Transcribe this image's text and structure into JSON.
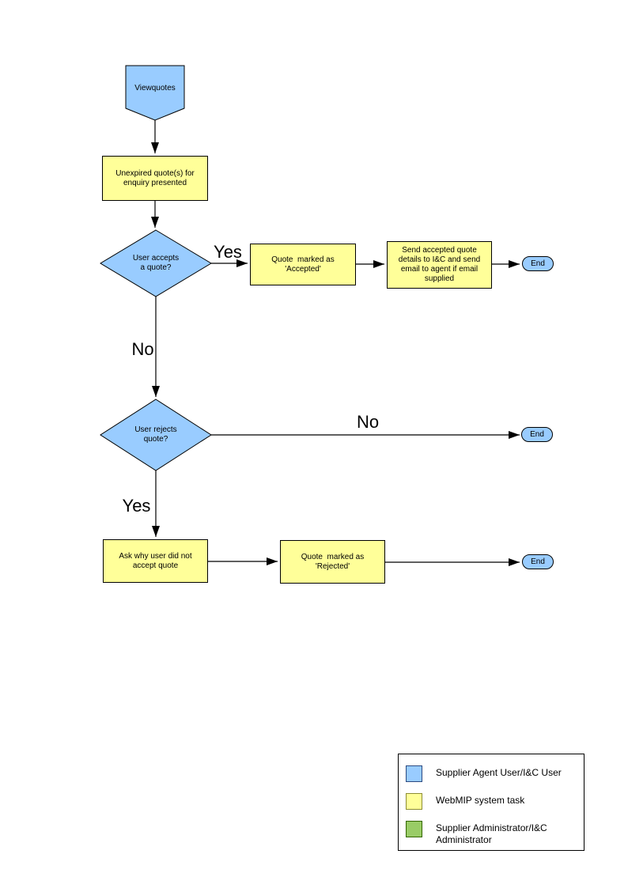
{
  "diagram": {
    "start": {
      "label": "Viewquotes"
    },
    "present": {
      "label": "Unexpired quote(s) for\nenquiry presented"
    },
    "accept_decision": {
      "label": "User accepts\na quote?"
    },
    "accepted": {
      "label": "Quote  marked as\n'Accepted'"
    },
    "send": {
      "label": "Send accepted quote\ndetails to I&C and send\nemail to agent if email\nsupplied"
    },
    "reject_decision": {
      "label": "User rejects\nquote?"
    },
    "ask": {
      "label": "Ask why user did not\naccept quote"
    },
    "rejected": {
      "label": "Quote  marked as\n'Rejected'"
    },
    "terminators": [
      {
        "label": "End"
      },
      {
        "label": "End"
      },
      {
        "label": "End"
      }
    ],
    "edge_labels": {
      "accept_yes": "Yes",
      "accept_no": "No",
      "reject_no": "No",
      "reject_yes": "Yes"
    }
  },
  "legend": {
    "items": [
      {
        "label": "Supplier Agent User/I&C User",
        "color": "#99CCFF"
      },
      {
        "label": "WebMIP system task",
        "color": "#FFFF99"
      },
      {
        "label": "Supplier Administrator/I&C\nAdministrator",
        "color": "#99CC66"
      }
    ]
  },
  "colors": {
    "user_shape_fill": "#99CCFF",
    "system_task_fill": "#FFFF99",
    "admin_shape_fill": "#99CC66",
    "connector": "#000000"
  }
}
